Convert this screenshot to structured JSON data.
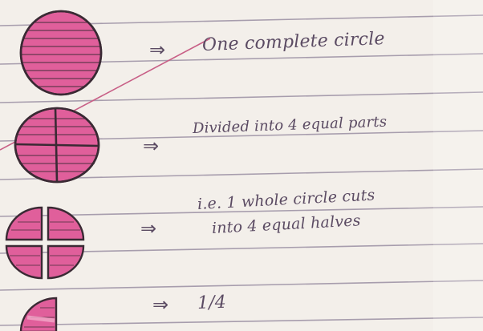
{
  "colors": {
    "paper": "#f3efea",
    "rule": "#9a8fa3",
    "ink": "#3a2a34",
    "pink": "#e05f9b",
    "pink_light": "#f2a9c8",
    "pencil": "#c85f86",
    "text_ink": "#5b4b63"
  },
  "rows": [
    {
      "figure": "whole-circle",
      "arrow": "⇒",
      "text_lines": [
        "One complete circle"
      ]
    },
    {
      "figure": "circle-divided-four",
      "arrow": "⇒",
      "text_lines": [
        "Divided into 4 equal parts"
      ]
    },
    {
      "figure": "four-separate-quarters",
      "arrow": "⇒",
      "text_lines": [
        "i.e. 1 whole circle cuts",
        "into 4 equal halves"
      ]
    },
    {
      "figure": "single-quarter",
      "arrow": "⇒",
      "text_lines": [
        "1/4"
      ]
    }
  ]
}
